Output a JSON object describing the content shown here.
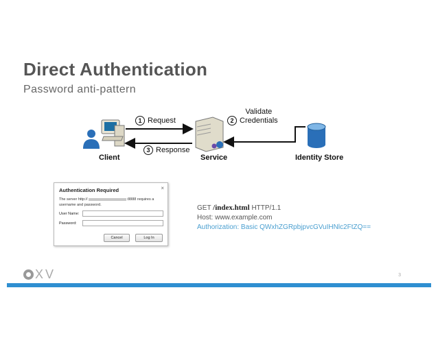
{
  "slide": {
    "title": "Direct Authentication",
    "subtitle": "Password anti-pattern",
    "page_number": "3"
  },
  "diagram": {
    "nodes": {
      "client": "Client",
      "service": "Service",
      "identity_store": "Identity Store"
    },
    "steps": [
      {
        "num": "1",
        "label": "Request"
      },
      {
        "num": "2",
        "label": "Validate Credentials"
      },
      {
        "num": "3",
        "label": "Response"
      }
    ],
    "validate_line1": "Validate",
    "validate_line2": "Credentials"
  },
  "dialog": {
    "title": "Authentication Required",
    "message_start": "The server http://",
    "message_end": ":8888 requires a username and password.",
    "username_label": "User Name:",
    "password_label": "Password:",
    "username_value": "",
    "password_value": "",
    "cancel_label": "Cancel",
    "login_label": "Log In",
    "close_glyph": "×"
  },
  "http_request": {
    "method": "GET",
    "path": "/index.html",
    "version": "HTTP/1.1",
    "host_line": "Host: www.example.com",
    "auth_line": "Authorization: Basic QWxhZGRpbjpvcGVuIHNlc2FtZQ=="
  },
  "footer": {
    "logo_text": "XV",
    "accent_color": "#2f8fd1"
  }
}
